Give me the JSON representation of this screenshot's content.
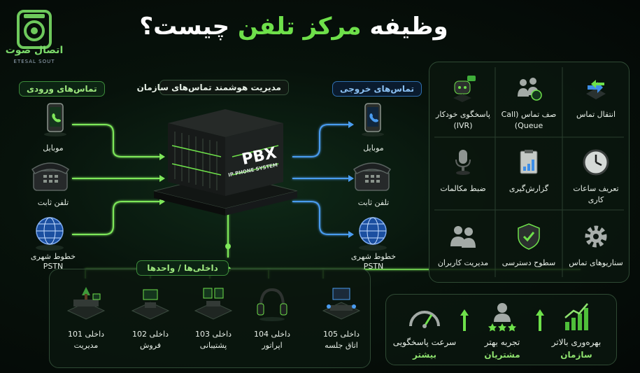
{
  "title": {
    "part1": "وظیفه",
    "part2": "مرکز تلفن",
    "part3": "چیست؟"
  },
  "logo": {
    "name": "اتصال صوت",
    "sub": "ETESAL SOUT"
  },
  "center": {
    "label": "مدیریت هوشمند تماس‌های سازمان",
    "pbx": "PBX",
    "pbx_sub": "IP PHONE SYSTEM"
  },
  "incoming": {
    "title": "تماس‌های ورودی",
    "items": [
      {
        "label": "موبایل"
      },
      {
        "label": "تلفن ثابت"
      },
      {
        "label": "خطوط شهری PSTN"
      }
    ]
  },
  "outgoing": {
    "title": "تماس‌های خروجی",
    "items": [
      {
        "label": "موبایل"
      },
      {
        "label": "تلفن ثابت"
      },
      {
        "label": "خطوط شهری PSTN"
      }
    ]
  },
  "extensions": {
    "title": "داخلی‌ها / واحدها",
    "items": [
      {
        "number": "داخلی 101",
        "name": "مدیریت"
      },
      {
        "number": "داخلی 102",
        "name": "فروش"
      },
      {
        "number": "داخلی 103",
        "name": "پشتیبانی"
      },
      {
        "number": "داخلی 104",
        "name": "اپراتور"
      },
      {
        "number": "داخلی 105",
        "name": "اتاق جلسه"
      }
    ]
  },
  "features": [
    {
      "label": "انتقال تماس",
      "icon": "transfer-arrows-icon"
    },
    {
      "label": "صف تماس (Call Queue)",
      "icon": "queue-people-icon"
    },
    {
      "label": "پاسخگوی خودکار (IVR)",
      "icon": "robot-icon"
    },
    {
      "label": "تعریف ساعات کاری",
      "icon": "clock-icon"
    },
    {
      "label": "گزارش‌گیری",
      "icon": "report-clipboard-icon"
    },
    {
      "label": "ضبط مکالمات",
      "icon": "microphone-icon"
    },
    {
      "label": "سناریوهای تماس",
      "icon": "gear-icon"
    },
    {
      "label": "سطوح دسترسی",
      "icon": "shield-check-icon"
    },
    {
      "label": "مدیریت کاربران",
      "icon": "users-icon"
    }
  ],
  "benefits": [
    {
      "line1": "بهره‌وری بالاتر",
      "line2": "سازمان",
      "icon": "bar-growth-icon"
    },
    {
      "line1": "تجربه بهتر",
      "line2": "مشتریان",
      "icon": "customer-stars-icon"
    },
    {
      "line1": "سرعت پاسخگویی",
      "line2": "بیشتر",
      "icon": "speedometer-icon"
    }
  ],
  "colors": {
    "accent_green": "#6ee04a",
    "accent_blue": "#3d8ee8",
    "background": "#07120b"
  }
}
